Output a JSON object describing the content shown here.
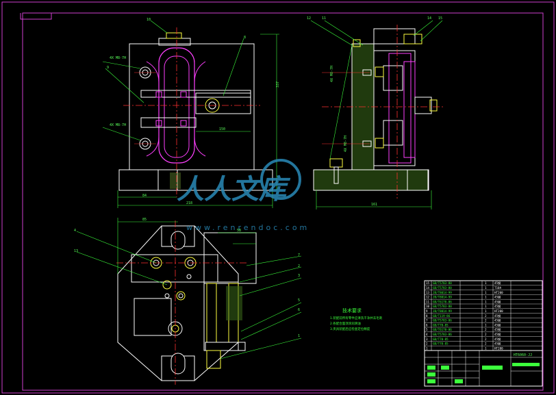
{
  "drawing": {
    "title_cn": "技术要求",
    "notes": [
      "1.装配前所有零件应清洗干净并去毛刺",
      "2.各配合面须涂润滑油",
      "3.夹具装配后应检查定位精度"
    ],
    "part_numbers": [
      "1",
      "2",
      "3",
      "4",
      "5",
      "6",
      "7",
      "8",
      "9",
      "10",
      "11",
      "12",
      "13",
      "14",
      "15"
    ],
    "dimensions": {
      "front_height": "337",
      "front_width": "218",
      "front_offset": "84",
      "front_mid": "150",
      "side_width": "161",
      "top_width": "85",
      "top_small": "58"
    },
    "callouts": [
      "4X M8-7H",
      "4X M8-7H",
      "4X M8-7H",
      "4X M8-7H"
    ],
    "drawing_number": "HT6060-JJ"
  },
  "bom": {
    "rows": [
      {
        "no": "15",
        "code": "GB/T5783-80",
        "name": "",
        "qty": "1",
        "material": "45钢"
      },
      {
        "no": "14",
        "code": "GB/T5783-80",
        "name": "",
        "qty": "1",
        "material": "T10A"
      },
      {
        "no": "13",
        "code": "JB/T8014-99",
        "name": "",
        "qty": "1",
        "material": "HT200"
      },
      {
        "no": "12",
        "code": "JB/T8014-99",
        "name": "",
        "qty": "1",
        "material": "45钢"
      },
      {
        "no": "11",
        "code": "GB/T6170-86",
        "name": "",
        "qty": "1",
        "material": "45钢"
      },
      {
        "no": "10",
        "code": "GB/T5783-80",
        "name": "",
        "qty": "1",
        "material": "45钢"
      },
      {
        "no": "9",
        "code": "JB/T8014-99",
        "name": "",
        "qty": "1",
        "material": "HT200"
      },
      {
        "no": "8",
        "code": "GB/T119-86",
        "name": "",
        "qty": "2",
        "material": "45钢"
      },
      {
        "no": "7",
        "code": "GB/T5783-86",
        "name": "",
        "qty": "2",
        "material": "45钢"
      },
      {
        "no": "6",
        "code": "GB/T70-85",
        "name": "",
        "qty": "1",
        "material": "45钢"
      },
      {
        "no": "5",
        "code": "GB/T6170-86",
        "name": "",
        "qty": "2",
        "material": "45钢"
      },
      {
        "no": "4",
        "code": "GB/T5783-86",
        "name": "",
        "qty": "2",
        "material": "45钢"
      },
      {
        "no": "3",
        "code": "GB/T70-85",
        "name": "",
        "qty": "2",
        "material": "45钢"
      },
      {
        "no": "2",
        "code": "GB/T70-85",
        "name": "",
        "qty": "2",
        "material": "45钢"
      },
      {
        "no": "1",
        "code": "",
        "name": "",
        "qty": "1",
        "material": "HT200"
      }
    ]
  },
  "watermark": {
    "text": "人人文库",
    "url": "www.renrendoc.com"
  },
  "colors": {
    "bg": "#000000",
    "frame": "#d040d0",
    "line": "#ffffff",
    "green": "#3cff3c",
    "magenta": "#ff40ff",
    "red": "#ff3030",
    "yellow": "#ffff40",
    "cyan": "#40ffff",
    "watermark": "#2a8ab8"
  }
}
